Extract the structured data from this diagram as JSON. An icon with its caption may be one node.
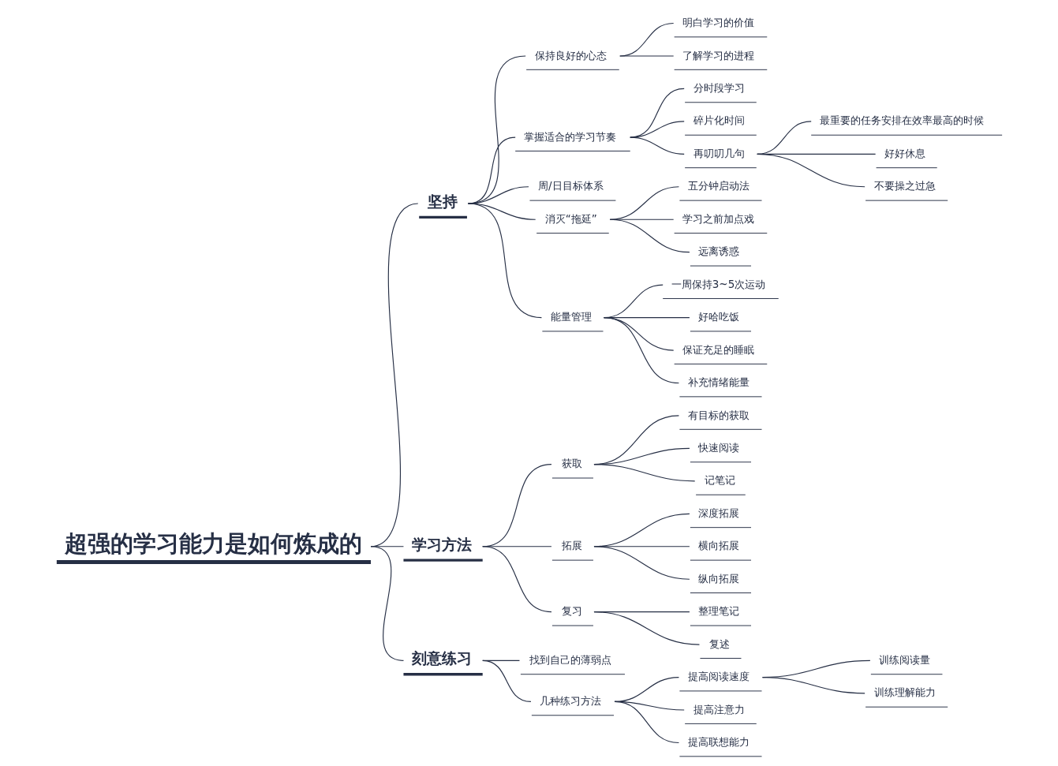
{
  "diagram": {
    "nodes": [
      {
        "text": [
          "超强的学习能力是如何炼成的"
        ]
      },
      {
        "text": [
          "坚持"
        ]
      },
      {
        "text": [
          "保持良好的心态"
        ]
      },
      {
        "text": [
          "明白学习的价值"
        ]
      },
      {
        "text": [
          "了解学习的进程"
        ]
      },
      {
        "text": [
          "掌握适合的学习节奏"
        ]
      },
      {
        "text": [
          "分时段学习"
        ]
      },
      {
        "text": [
          "碎片化时间"
        ]
      },
      {
        "text": [
          "再叨叨几句"
        ]
      },
      {
        "text": [
          "最重要的任务安排在效率最高的时候"
        ]
      },
      {
        "text": [
          "好好休息"
        ]
      },
      {
        "text": [
          "不要操之过急"
        ]
      },
      {
        "text": [
          "周/日目标体系"
        ]
      },
      {
        "text": [
          "消灭“拖延”"
        ]
      },
      {
        "text": [
          "五分钟启动法"
        ]
      },
      {
        "text": [
          "学习之前加点戏"
        ]
      },
      {
        "text": [
          "远离诱惑"
        ]
      },
      {
        "text": [
          "能量管理"
        ]
      },
      {
        "text": [
          "一周保持3~5次运动"
        ]
      },
      {
        "text": [
          "好哈吃饭"
        ]
      },
      {
        "text": [
          "保证充足的睡眠"
        ]
      },
      {
        "text": [
          "补充情绪能量"
        ]
      },
      {
        "text": [
          "学习方法"
        ]
      },
      {
        "text": [
          "获取"
        ]
      },
      {
        "text": [
          "有目标的获取"
        ]
      },
      {
        "text": [
          "快速阅读"
        ]
      },
      {
        "text": [
          "记笔记"
        ]
      },
      {
        "text": [
          "拓展"
        ]
      },
      {
        "text": [
          "深度拓展"
        ]
      },
      {
        "text": [
          "横向拓展"
        ]
      },
      {
        "text": [
          "纵向拓展"
        ]
      },
      {
        "text": [
          "复习"
        ]
      },
      {
        "text": [
          "整理笔记"
        ]
      },
      {
        "text": [
          "复述"
        ]
      },
      {
        "text": [
          "刻意练习"
        ]
      },
      {
        "text": [
          "找到自己的薄弱点"
        ]
      },
      {
        "text": [
          "几种练习方法"
        ]
      },
      {
        "text": [
          "提高阅读速度"
        ]
      },
      {
        "text": [
          "训练阅读量"
        ]
      },
      {
        "text": [
          "训练理解能力"
        ]
      },
      {
        "text": [
          "提高注意力"
        ]
      },
      {
        "text": [
          "提高联想能力"
        ]
      }
    ],
    "edges": [
      {
        "from": 0,
        "to": 1,
        "arrow": "none"
      },
      {
        "from": 1,
        "to": 2,
        "arrow": "none"
      },
      {
        "from": 2,
        "to": 3,
        "arrow": "none"
      },
      {
        "from": 2,
        "to": 4,
        "arrow": "none"
      },
      {
        "from": 1,
        "to": 5,
        "arrow": "none"
      },
      {
        "from": 5,
        "to": 6,
        "arrow": "none"
      },
      {
        "from": 5,
        "to": 7,
        "arrow": "none"
      },
      {
        "from": 5,
        "to": 8,
        "arrow": "none"
      },
      {
        "from": 8,
        "to": 9,
        "arrow": "none"
      },
      {
        "from": 8,
        "to": 10,
        "arrow": "none"
      },
      {
        "from": 8,
        "to": 11,
        "arrow": "none"
      },
      {
        "from": 1,
        "to": 12,
        "arrow": "none"
      },
      {
        "from": 1,
        "to": 13,
        "arrow": "none"
      },
      {
        "from": 13,
        "to": 14,
        "arrow": "none"
      },
      {
        "from": 13,
        "to": 15,
        "arrow": "none"
      },
      {
        "from": 13,
        "to": 16,
        "arrow": "none"
      },
      {
        "from": 1,
        "to": 17,
        "arrow": "none"
      },
      {
        "from": 17,
        "to": 18,
        "arrow": "none"
      },
      {
        "from": 17,
        "to": 19,
        "arrow": "none"
      },
      {
        "from": 17,
        "to": 20,
        "arrow": "none"
      },
      {
        "from": 17,
        "to": 21,
        "arrow": "none"
      },
      {
        "from": 0,
        "to": 22,
        "arrow": "none"
      },
      {
        "from": 22,
        "to": 23,
        "arrow": "none"
      },
      {
        "from": 23,
        "to": 24,
        "arrow": "none"
      },
      {
        "from": 23,
        "to": 25,
        "arrow": "none"
      },
      {
        "from": 23,
        "to": 26,
        "arrow": "none"
      },
      {
        "from": 22,
        "to": 27,
        "arrow": "none"
      },
      {
        "from": 27,
        "to": 28,
        "arrow": "none"
      },
      {
        "from": 27,
        "to": 29,
        "arrow": "none"
      },
      {
        "from": 27,
        "to": 30,
        "arrow": "none"
      },
      {
        "from": 22,
        "to": 31,
        "arrow": "none"
      },
      {
        "from": 31,
        "to": 32,
        "arrow": "none"
      },
      {
        "from": 31,
        "to": 33,
        "arrow": "none"
      },
      {
        "from": 0,
        "to": 34,
        "arrow": "none"
      },
      {
        "from": 34,
        "to": 35,
        "arrow": "none"
      },
      {
        "from": 34,
        "to": 36,
        "arrow": "none"
      },
      {
        "from": 36,
        "to": 37,
        "arrow": "none"
      },
      {
        "from": 37,
        "to": 38,
        "arrow": "none"
      },
      {
        "from": 37,
        "to": 39,
        "arrow": "none"
      },
      {
        "from": 36,
        "to": 40,
        "arrow": "none"
      },
      {
        "from": 36,
        "to": 41,
        "arrow": "none"
      }
    ]
  }
}
